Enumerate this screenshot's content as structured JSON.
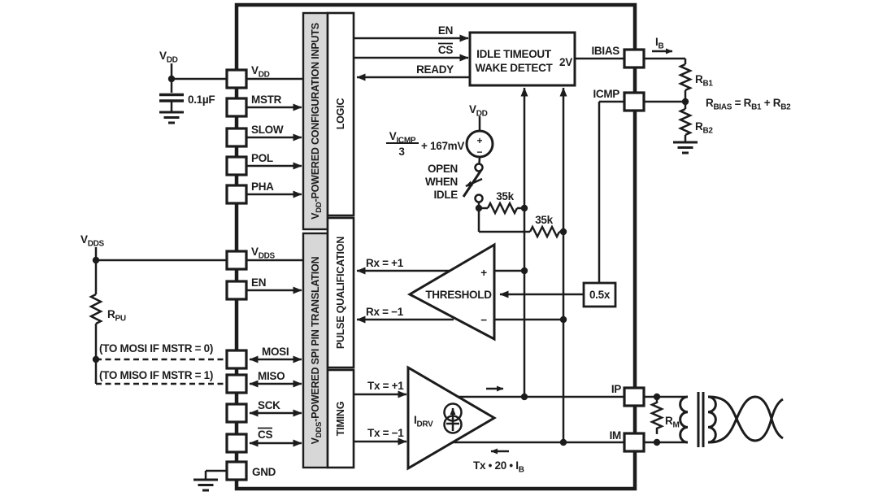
{
  "colors": {
    "line": "#1c1c1c",
    "bar_fill": "#d7d7d7",
    "background": "#ffffff"
  },
  "chip": {
    "left_pins": {
      "vdd": {
        "base": "V",
        "sub": "DD"
      },
      "mstr": "MSTR",
      "slow": "SLOW",
      "pol": "POL",
      "pha": "PHA",
      "vdds": {
        "base": "V",
        "sub": "DDS"
      },
      "en": "EN",
      "mosi": "MOSI",
      "miso": "MISO",
      "sck": "SCK",
      "cs": "CS",
      "gnd": "GND"
    },
    "right_pins": {
      "ibias": "IBIAS",
      "icmp": "ICMP",
      "ip": "IP",
      "im": "IM"
    },
    "bars": {
      "config": {
        "base": "V",
        "sub": "DD",
        "rest": "-POWERED CONFIGURATION INPUTS"
      },
      "spi": {
        "base": "V",
        "sub": "DDS",
        "rest": "-POWERED SPI PIN TRANSLATION"
      }
    },
    "blocks": {
      "logic": "LOGIC",
      "pulse": "PULSE QUALIFICATION",
      "timing": "TIMING",
      "idle_line1": "IDLE TIMEOUT",
      "idle_line2": "WAKE DETECT",
      "idle_v": "2V",
      "threshold": "THRESHOLD",
      "thr_plus": "+",
      "thr_minus": "−",
      "gain": "0.5x",
      "idrv": {
        "base": "I",
        "sub": "DRV"
      }
    },
    "signals": {
      "en": "EN",
      "cs": "CS",
      "ready": "READY",
      "rx_p": "Rx = +1",
      "rx_m": "Rx = −1",
      "tx_p": "Tx = +1",
      "tx_m": "Tx = −1",
      "tx_i": {
        "pre": "Tx • 20 • I",
        "sub": "B"
      }
    },
    "bias": {
      "vdd": {
        "base": "V",
        "sub": "DD"
      },
      "vicmp": {
        "base": "V",
        "sub": "ICMP"
      },
      "den": "3",
      "offset": "+ 167mV",
      "src_plus": "+",
      "src_minus": "−",
      "sw1": "OPEN",
      "sw2": "WHEN",
      "sw3": "IDLE",
      "r35_1": "35k",
      "r35_2": "35k"
    }
  },
  "external": {
    "vdd": {
      "base": "V",
      "sub": "DD"
    },
    "cap": "0.1µF",
    "vdds": {
      "base": "V",
      "sub": "DDS"
    },
    "rpu": {
      "base": "R",
      "sub": "PU"
    },
    "note_mosi": "(TO MOSI IF MSTR = 0)",
    "note_miso": "(TO MISO IF MSTR = 1)",
    "ib": {
      "base": "I",
      "sub": "B"
    },
    "rb1": {
      "base": "R",
      "sub": "B1"
    },
    "rb2": {
      "base": "R",
      "sub": "B2"
    },
    "rbias": {
      "p1": "R",
      "s1": "BIAS",
      "p2": " = R",
      "s2": "B1",
      "p3": " + R",
      "s3": "B2"
    },
    "rm": {
      "base": "R",
      "sub": "M"
    }
  }
}
